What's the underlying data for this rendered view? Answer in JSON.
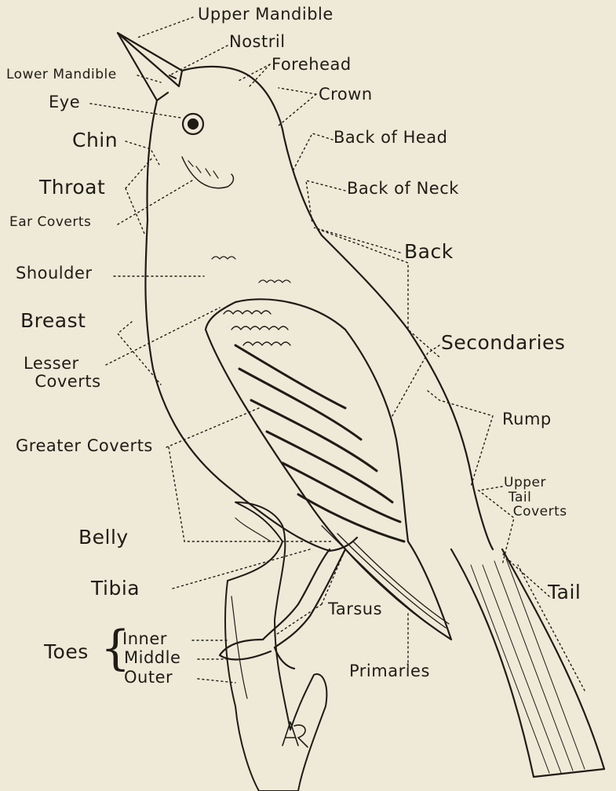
{
  "labels": {
    "upper_mandible": "Upper Mandible",
    "nostril": "Nostril",
    "forehead": "Forehead",
    "lower_mandible": "Lower Mandible",
    "crown": "Crown",
    "eye": "Eye",
    "chin": "Chin",
    "back_of_head": "Back of Head",
    "throat": "Throat",
    "back_of_neck": "Back of Neck",
    "ear_coverts": "Ear Coverts",
    "back": "Back",
    "shoulder": "Shoulder",
    "breast": "Breast",
    "secondaries": "Secondaries",
    "lesser_coverts": "Lesser\n  Coverts",
    "rump": "Rump",
    "greater_coverts": "Greater Coverts",
    "upper_tail_coverts": "Upper\n Tail\n  Coverts",
    "belly": "Belly",
    "tibia": "Tibia",
    "tail": "Tail",
    "tarsus": "Tarsus",
    "toes": "Toes",
    "inner": "Inner",
    "middle": "Middle",
    "outer": "Outer",
    "primaries": "Primaries"
  },
  "colors": {
    "paper": "#efe9d7",
    "ink": "#1f1c17"
  }
}
